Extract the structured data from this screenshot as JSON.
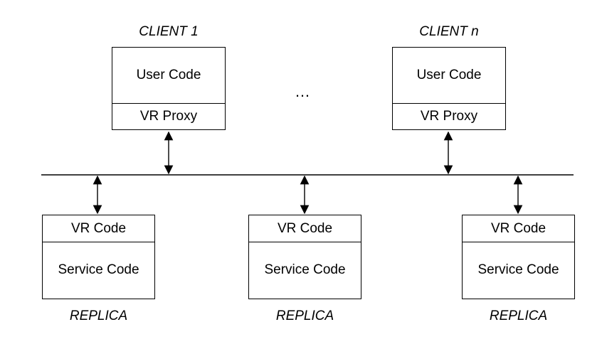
{
  "clients": [
    {
      "title": "CLIENT 1",
      "top_section": "User Code",
      "bottom_section": "VR Proxy"
    },
    {
      "title": "CLIENT n",
      "top_section": "User Code",
      "bottom_section": "VR Proxy"
    }
  ],
  "ellipsis": "…",
  "replicas": [
    {
      "top_section": "VR Code",
      "bottom_section": "Service Code",
      "label": "REPLICA"
    },
    {
      "top_section": "VR Code",
      "bottom_section": "Service Code",
      "label": "REPLICA"
    },
    {
      "top_section": "VR Code",
      "bottom_section": "Service Code",
      "label": "REPLICA"
    }
  ]
}
